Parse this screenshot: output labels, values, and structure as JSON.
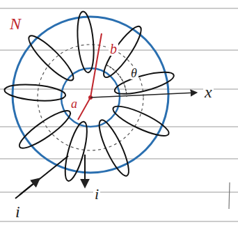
{
  "diagram": {
    "labels": [
      "N",
      "b",
      "a",
      "θ",
      "x",
      "i",
      "i"
    ]
  }
}
